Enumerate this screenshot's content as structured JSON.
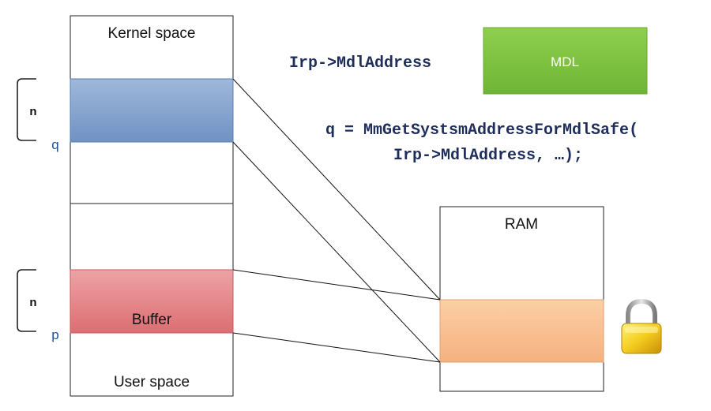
{
  "memory": {
    "kernel_label": "Kernel space",
    "user_label": "User space",
    "buffer_label": "Buffer",
    "ram_label": "RAM"
  },
  "markers": {
    "n_top": "n",
    "q": "q",
    "n_bottom": "n",
    "p": "p"
  },
  "code": {
    "irp_mdl": "Irp->MdlAddress",
    "mdl_box_label": "MDL",
    "call_line1": "q = MmGetSystsmAddressForMdlSafe(",
    "call_line2": "Irp->MdlAddress, …);"
  },
  "icons": {
    "lock": "padlock-icon"
  },
  "colors": {
    "kernel_region": "#7fa0cc",
    "user_buffer": "#e27a7e",
    "ram_locked": "#f7b98a",
    "mdl_box": "#7cc242",
    "code_text": "#1f2d5a",
    "marker_text": "#1f4e9a"
  }
}
